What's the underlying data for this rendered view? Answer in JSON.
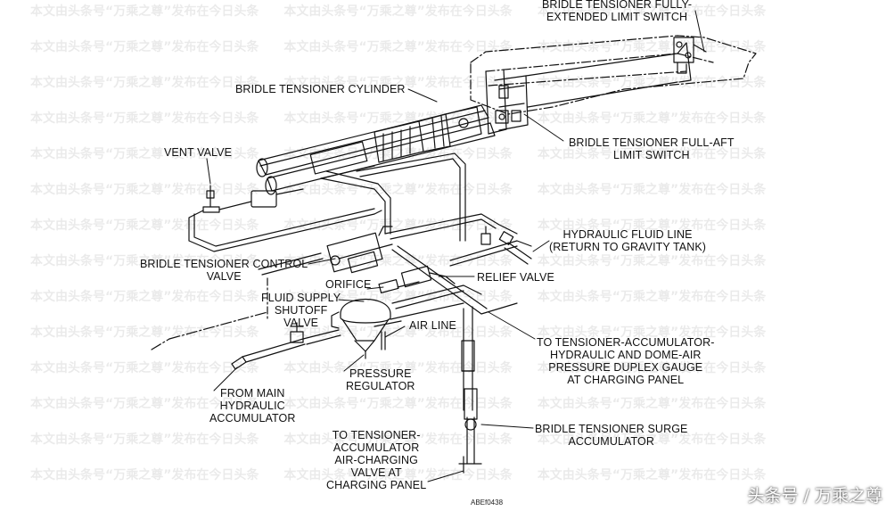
{
  "watermark": {
    "text": "本文由头条号“万乘之尊”发布在今日头条"
  },
  "labels": {
    "fully_extended_switch": [
      "BRIDLE TENSIONER FULLY-",
      "EXTENDED LIMIT SWITCH"
    ],
    "cylinder": [
      "BRIDLE TENSIONER CYLINDER"
    ],
    "full_aft_switch": [
      "BRIDLE TENSIONER FULL-AFT",
      "LIMIT SWITCH"
    ],
    "vent_valve": [
      "VENT VALVE"
    ],
    "hydraulic_fluid_line": [
      "HYDRAULIC FLUID LINE",
      "(RETURN TO GRAVITY TANK)"
    ],
    "control_valve": [
      "BRIDLE TENSIONER CONTROL",
      "VALVE"
    ],
    "relief_valve": [
      "RELIEF VALVE"
    ],
    "orifice": [
      "ORIFICE"
    ],
    "fluid_supply": [
      "FLUID SUPPLY",
      "SHUTOFF",
      "VALVE"
    ],
    "air_line": [
      "AIR LINE"
    ],
    "duplex_gauge": [
      "TO TENSIONER-ACCUMULATOR-",
      "HYDRAULIC AND DOME-AIR",
      "PRESSURE DUPLEX GAUGE",
      "AT CHARGING PANEL"
    ],
    "pressure_regulator": [
      "PRESSURE",
      "REGULATOR"
    ],
    "main_accumulator": [
      "FROM MAIN",
      "HYDRAULIC",
      "ACCUMULATOR"
    ],
    "surge_accumulator": [
      "BRIDLE TENSIONER SURGE",
      "ACCUMULATOR"
    ],
    "air_charging_valve": [
      "TO TENSIONER-",
      "ACCUMULATOR",
      "AIR-CHARGING",
      "VALVE AT",
      "CHARGING PANEL"
    ]
  },
  "figure_id": "ABEf0438",
  "footer_brand": "头条号 / 万乘之尊"
}
